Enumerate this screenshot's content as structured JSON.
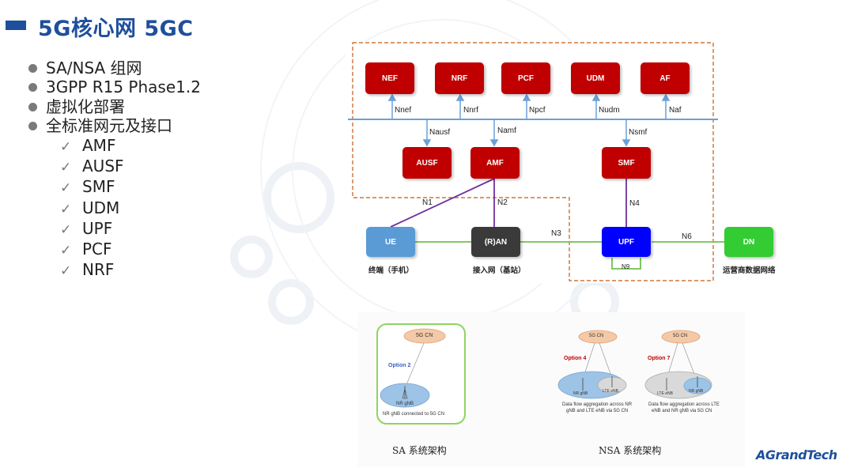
{
  "title": "5G核心网 5GC",
  "bullets": [
    "SA/NSA 组网",
    "3GPP R15 Phase1.2",
    "虚拟化部署",
    "全标准网元及接口"
  ],
  "check_items": [
    "AMF",
    "AUSF",
    "SMF",
    "UDM",
    "UPF",
    "PCF",
    "NRF"
  ],
  "check_glyph": "✓",
  "architecture": {
    "top_nfs": [
      {
        "name": "NEF",
        "interface": "Nnef"
      },
      {
        "name": "NRF",
        "interface": "Nnrf"
      },
      {
        "name": "PCF",
        "interface": "Npcf"
      },
      {
        "name": "UDM",
        "interface": "Nudm"
      },
      {
        "name": "AF",
        "interface": "Naf"
      }
    ],
    "mid_nfs": [
      {
        "name": "AUSF",
        "interface": "Nausf"
      },
      {
        "name": "AMF",
        "interface": "Namf"
      },
      {
        "name": "SMF",
        "interface": "Nsmf"
      }
    ],
    "ue": "UE",
    "ran": "(R)AN",
    "upf": "UPF",
    "dn": "DN",
    "links": {
      "n1": "N1",
      "n2": "N2",
      "n3": "N3",
      "n4": "N4",
      "n6": "N6",
      "n9": "N9"
    },
    "captions": {
      "ue": "终端（手机）",
      "ran": "接入网（基站）",
      "dn": "运营商数据网络"
    },
    "colors": {
      "nf": "#c00000",
      "ue": "#5b9bd5",
      "ran": "#3a3a3a",
      "upf": "#0000ff",
      "dn": "#33cc33",
      "bus": "#6aa0d8",
      "dashed": "#c55a11"
    }
  },
  "sa_nsa": {
    "sa": {
      "core": "5G CN",
      "option": "Option 2",
      "gnb": "NR gNB",
      "note": "NR gNB connected to 5G CN",
      "caption": "SA 系统架构"
    },
    "nsa_a": {
      "core": "5G CN",
      "option": "Option 4",
      "gnb": "NR gNB",
      "enb": "LTE eNB",
      "note_line1": "Data flow aggregation across NR",
      "note_line2": "gNB and LTE eNB via 5G CN"
    },
    "nsa_b": {
      "core": "5G CN",
      "option": "Option 7",
      "gnb": "NR gNB",
      "enb": "LTE eNB",
      "note_line1": "Data flow aggregation across LTE",
      "note_line2": "eNB and NR gNB via 5G CN"
    },
    "nsa_caption": "NSA 系统架构"
  },
  "logo": "AGrandTech"
}
